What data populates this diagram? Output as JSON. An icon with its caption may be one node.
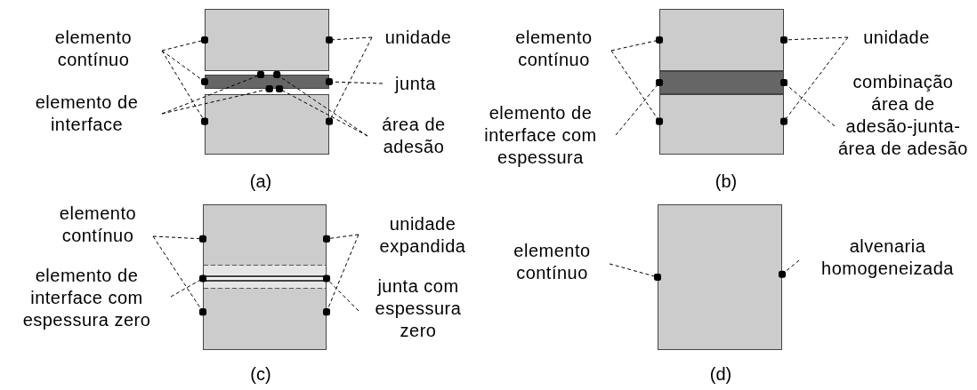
{
  "diagram": {
    "nodes": [
      {
        "text": [
          "elemento contínuo"
        ]
      },
      {
        "text": [
          "unidade"
        ]
      },
      {
        "text": [
          "elemento de interface"
        ]
      },
      {
        "text": [
          "junta"
        ]
      },
      {
        "text": [
          "área de adesão"
        ]
      },
      {
        "text": [],
        "shape": "box"
      },
      {
        "text": [],
        "shape": "box"
      },
      {
        "text": [],
        "shape": "box"
      },
      {
        "text": [
          "elemento contínuo"
        ]
      },
      {
        "text": [
          "unidade"
        ]
      },
      {
        "text": [
          "combinação área de adesão-junta-área de adesão"
        ]
      },
      {
        "text": [
          "elemento de interface com espessura"
        ]
      },
      {
        "text": [],
        "shape": "box"
      },
      {
        "text": [],
        "shape": "box"
      },
      {
        "text": [],
        "shape": "box"
      },
      {
        "text": [
          "elemento contínuo"
        ]
      },
      {
        "text": [
          "unidade expandida"
        ]
      },
      {
        "text": [
          "elemento de interface com espessura zero"
        ]
      },
      {
        "text": [
          "junta com espessura zero"
        ]
      },
      {
        "text": [],
        "shape": "box"
      },
      {
        "text": [],
        "shape": "bar"
      },
      {
        "text": [],
        "shape": "box"
      },
      {
        "text": [
          "elemento contínuo"
        ]
      },
      {
        "text": [
          "alvenaria homogeneizada"
        ]
      },
      {
        "text": [],
        "shape": "box"
      }
    ],
    "edges": [
      {
        "from": 0,
        "to": 5,
        "arrow": "other"
      },
      {
        "from": 0,
        "to": 6,
        "arrow": "other"
      },
      {
        "from": 0,
        "to": 7,
        "arrow": "other"
      },
      {
        "from": 1,
        "to": 5,
        "arrow": "other"
      },
      {
        "from": 1,
        "to": 7,
        "arrow": "other"
      },
      {
        "from": 2,
        "to": 6,
        "arrow": "other"
      },
      {
        "from": 2,
        "to": 6,
        "arrow": "other"
      },
      {
        "from": 3,
        "to": 6,
        "arrow": "other"
      },
      {
        "from": 4,
        "to": 6,
        "arrow": "other"
      },
      {
        "from": 4,
        "to": 6,
        "arrow": "other"
      },
      {
        "from": 8,
        "to": 12,
        "arrow": "other"
      },
      {
        "from": 8,
        "to": 14,
        "arrow": "other"
      },
      {
        "from": 9,
        "to": 12,
        "arrow": "other"
      },
      {
        "from": 9,
        "to": 14,
        "arrow": "other"
      },
      {
        "from": 10,
        "to": 13,
        "arrow": "other"
      },
      {
        "from": 11,
        "to": 13,
        "arrow": "other"
      },
      {
        "from": 15,
        "to": 19,
        "arrow": "other"
      },
      {
        "from": 15,
        "to": 21,
        "arrow": "other"
      },
      {
        "from": 16,
        "to": 19,
        "arrow": "other"
      },
      {
        "from": 16,
        "to": 21,
        "arrow": "other"
      },
      {
        "from": 17,
        "to": 20,
        "arrow": "other"
      },
      {
        "from": 18,
        "to": 20,
        "arrow": "other"
      },
      {
        "from": 22,
        "to": 24,
        "arrow": "other"
      },
      {
        "from": 23,
        "to": 24,
        "arrow": "other"
      }
    ],
    "labels": [
      "(a)",
      "(b)",
      "(c)",
      "(d)"
    ]
  }
}
